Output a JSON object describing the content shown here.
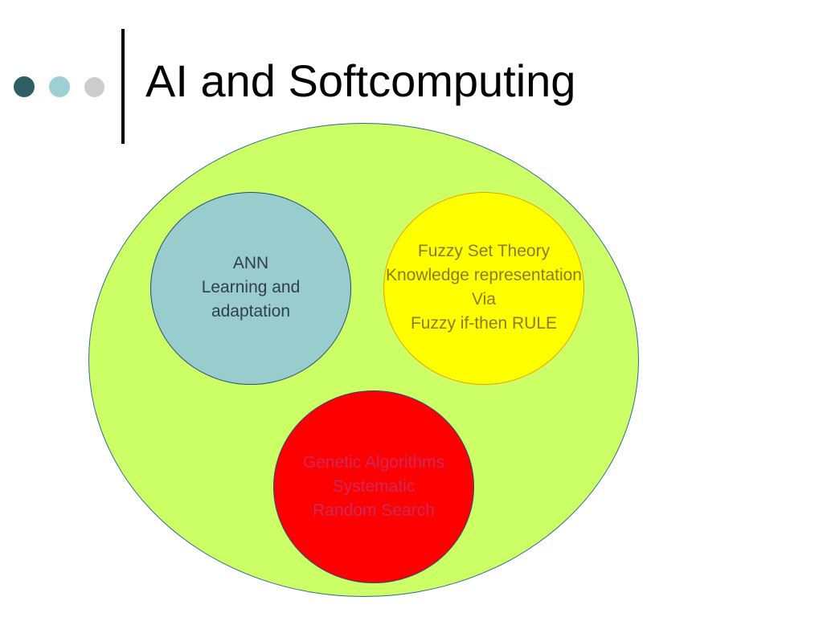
{
  "slide": {
    "title": "AI and Softcomputing"
  },
  "colors": {
    "bullet_dark": "#2f5f65",
    "bullet_mid": "#9dd0d2",
    "bullet_light": "#cccccc",
    "outer_fill": "#ccff66",
    "outer_border": "#33669a",
    "ann_fill": "#99cccc",
    "ann_border": "#1f4e79",
    "fuzzy_fill": "#ffff00",
    "fuzzy_border": "#e8a000",
    "ga_fill": "#ff0000",
    "ga_border": "#1f4e79",
    "ann_text": "#2f3f50",
    "fuzzy_text": "#8a7a20",
    "ga_text": "#cc2a5a"
  },
  "diagram": {
    "ann": {
      "lines": [
        "ANN",
        "Learning and",
        "adaptation"
      ]
    },
    "fuzzy": {
      "lines": [
        "Fuzzy Set Theory",
        "Knowledge representation",
        "Via",
        "Fuzzy if-then RULE"
      ]
    },
    "ga": {
      "lines": [
        "Genetic Algorithms",
        "Systematic",
        "Random Search"
      ]
    }
  }
}
